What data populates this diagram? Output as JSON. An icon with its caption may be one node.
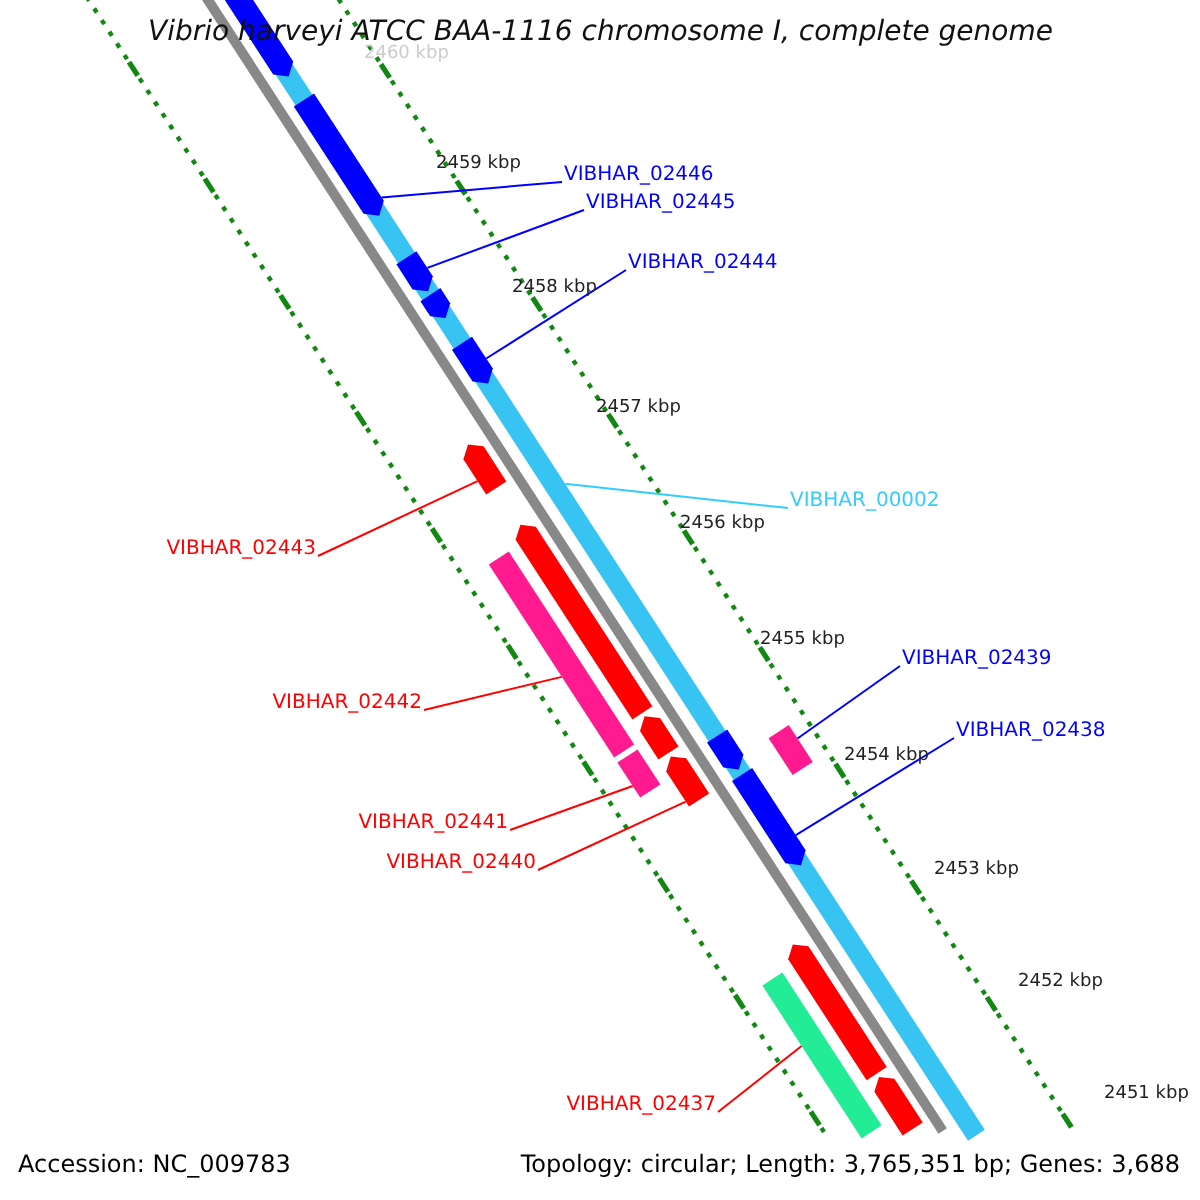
{
  "diagram": {
    "title": "Vibrio harveyi ATCC BAA-1116 chromosome I, complete genome",
    "nodes": [
      {
        "text": [
          "VIBHAR_02446"
        ]
      },
      {
        "text": [
          "VIBHAR_02445"
        ]
      },
      {
        "text": [
          "VIBHAR_02444"
        ]
      },
      {
        "text": [
          "VIBHAR_00002"
        ]
      },
      {
        "text": [
          "VIBHAR_02443"
        ]
      },
      {
        "text": [
          "VIBHAR_02439"
        ]
      },
      {
        "text": [
          "VIBHAR_02442"
        ]
      },
      {
        "text": [
          "VIBHAR_02438"
        ]
      },
      {
        "text": [
          "VIBHAR_02441"
        ]
      },
      {
        "text": [
          "VIBHAR_02440"
        ]
      },
      {
        "text": [
          "VIBHAR_02437"
        ]
      },
      {
        "text": [],
        "shape": "bar"
      },
      {
        "text": [],
        "shape": "arrow",
        "in": 11
      },
      {
        "text": [],
        "shape": "arrow",
        "in": 11
      },
      {
        "text": [],
        "shape": "arrow",
        "in": 11
      },
      {
        "text": [],
        "shape": "arrow",
        "in": 11
      },
      {
        "text": [],
        "shape": "arrow",
        "in": 11
      },
      {
        "text": [],
        "shape": "arrow"
      },
      {
        "text": [],
        "shape": "arrow"
      },
      {
        "text": [],
        "shape": "bar"
      },
      {
        "text": [],
        "shape": "arrow"
      },
      {
        "text": [],
        "shape": "bar"
      },
      {
        "text": [],
        "shape": "arrow"
      },
      {
        "text": [],
        "shape": "arrow",
        "in": 11
      },
      {
        "text": [],
        "shape": "bar"
      },
      {
        "text": [],
        "shape": "arrow",
        "in": 11
      },
      {
        "text": [],
        "shape": "arrow"
      },
      {
        "text": [],
        "shape": "bar"
      },
      {
        "text": [],
        "shape": "arrow"
      }
    ],
    "edges": [
      {
        "from": 0,
        "to": 13,
        "arrow": "none",
        "color": "#0000ff"
      },
      {
        "from": 1,
        "to": 14,
        "arrow": "none",
        "color": "#0000ff"
      },
      {
        "from": 2,
        "to": 16,
        "arrow": "none",
        "color": "#0000ff"
      },
      {
        "from": 3,
        "to": 11,
        "arrow": "none",
        "color": "#33ccff"
      },
      {
        "from": 4,
        "to": 17,
        "arrow": "none",
        "color": "#ff0000"
      },
      {
        "from": 5,
        "to": 24,
        "arrow": "none",
        "color": "#0000ff"
      },
      {
        "from": 6,
        "to": 19,
        "arrow": "none",
        "color": "#ff0000"
      },
      {
        "from": 7,
        "to": 25,
        "arrow": "none",
        "color": "#0000ff"
      },
      {
        "from": 8,
        "to": 21,
        "arrow": "none",
        "color": "#ff0000"
      },
      {
        "from": 9,
        "to": 22,
        "arrow": "none",
        "color": "#ff0000"
      },
      {
        "from": 10,
        "to": 27,
        "arrow": "none",
        "color": "#ff0000"
      }
    ],
    "labels": [
      "2460 kbp",
      "2459 kbp",
      "2458 kbp",
      "2457 kbp",
      "2456 kbp",
      "2455 kbp",
      "2454 kbp",
      "2453 kbp",
      "2452 kbp",
      "2451 kbp",
      "Accession: NC_009783",
      "Topology: circular; Length: 3,765,351 bp; Genes: 3,688"
    ]
  }
}
